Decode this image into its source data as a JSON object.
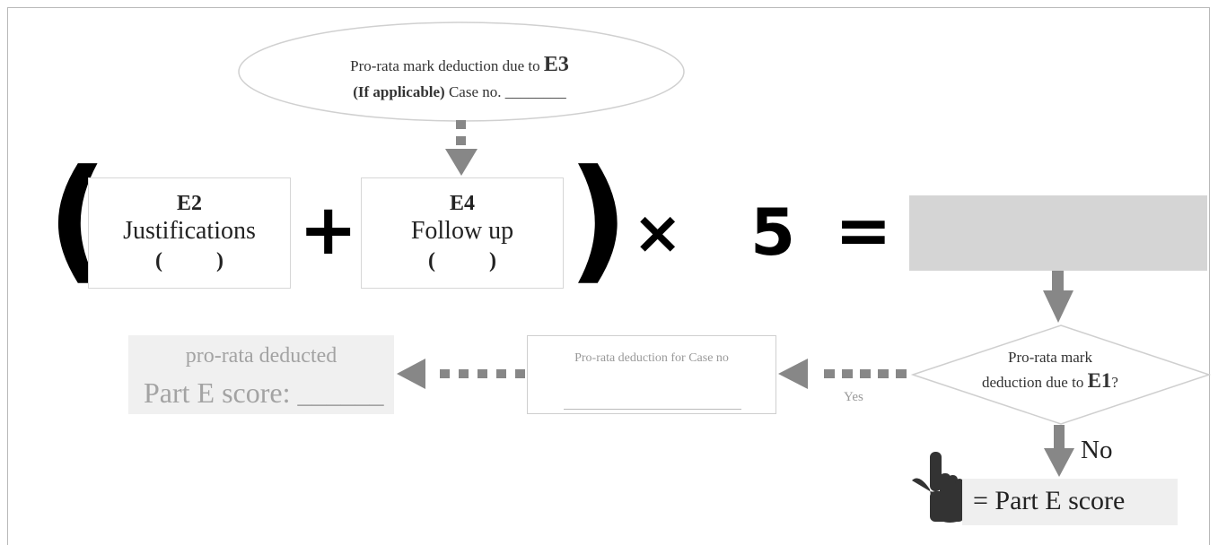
{
  "e3_node": {
    "line1": "Pro-rata mark deduction due to",
    "code": "E3",
    "applicable": "(If applicable)",
    "case_label": "Case no. ________"
  },
  "formula": {
    "open_bracket": "(",
    "close_bracket": ")",
    "e2": {
      "code": "E2",
      "label": "Justifications",
      "value": "(          )"
    },
    "plus": "+",
    "e4": {
      "code": "E4",
      "label": "Follow up",
      "value": "(          )"
    },
    "times": "×",
    "multiplier": "5",
    "equals": "="
  },
  "decision": {
    "line1": "Pro-rata mark",
    "line2": "deduction due to",
    "code": "E1",
    "suffix": "?",
    "yes_label": "Yes",
    "no_label": "No"
  },
  "case_node": {
    "text": "Pro-rata deduction for Case no"
  },
  "deducted_node": {
    "subtitle": "pro-rata deducted",
    "title": "Part E score: ______"
  },
  "final_node": {
    "text": "= Part E score"
  },
  "colors": {
    "arrow": "#878787",
    "result_fill": "#d5d5d5",
    "muted_fill": "#f0f0f0",
    "muted_text": "#a3a3a3"
  },
  "icons": {
    "pointer": "pointing-hand-icon"
  }
}
